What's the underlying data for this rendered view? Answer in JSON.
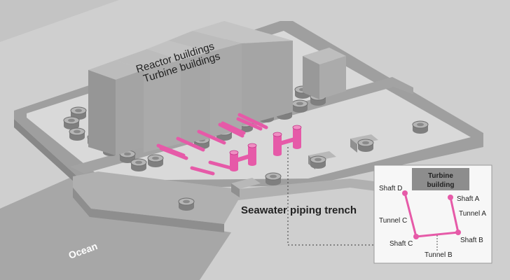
{
  "labels": {
    "reactor": "Reactor buildings",
    "turbine": "Turbine buildings",
    "trench": "Seawater piping trench",
    "ocean": "Ocean"
  },
  "inset": {
    "building": [
      "Turbine",
      "building"
    ],
    "shaft_a": "Shaft A",
    "shaft_b": "Shaft B",
    "shaft_c": "Shaft C",
    "shaft_d": "Shaft D",
    "tunnel_a": "Tunnel A",
    "tunnel_b": "Tunnel B",
    "tunnel_c": "Tunnel C"
  },
  "colors": {
    "pipe": "#e65aa8",
    "pipe_dark": "#c23b8a",
    "ground": "#cfcfcf",
    "wall_top": "#a8a8a8",
    "wall_side": "#8c8c8c",
    "building_front": "#9a9a9a",
    "building_top": "#b4b4b4",
    "inset_bg": "#f7f7f7",
    "turbine_box": "#8d8d8d"
  }
}
